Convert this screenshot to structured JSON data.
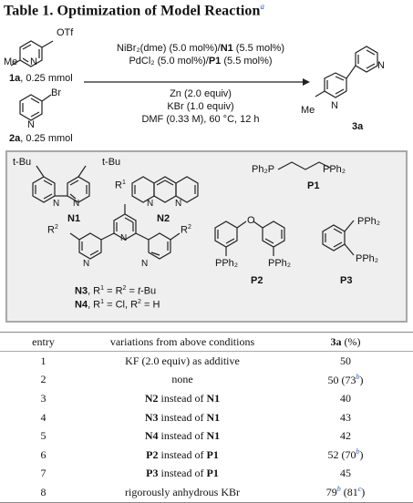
{
  "title": {
    "text": "Table 1. Optimization of Model Reaction",
    "footnote": "a"
  },
  "reaction": {
    "sm1": {
      "otf": "OTf",
      "me": "Me",
      "n": "N",
      "name": "1a",
      "amount": ", 0.25 mmol"
    },
    "sm2": {
      "br": "Br",
      "n": "N",
      "name": "2a",
      "amount": ", 0.25 mmol"
    },
    "conditions_above": [
      "NiBr",
      "(dme) (5.0 mol%)/",
      "N1",
      " (5.5 mol%)",
      "PdCl",
      " (5.0 mol%)/",
      "P1",
      " (5.5 mol%)"
    ],
    "cond_line1": "NiBr₂(dme) (5.0 mol%)/",
    "cond_line1_b": "N1",
    "cond_line1_c": " (5.5 mol%)",
    "cond_line2": "PdCl₂ (5.0 mol%)/",
    "cond_line2_b": "P1",
    "cond_line2_c": " (5.5 mol%)",
    "cond_line3": "Zn (2.0 equiv)",
    "cond_line4": "KBr (1.0 equiv)",
    "cond_line5": "DMF (0.33 M), 60 °C, 12 h",
    "product": {
      "me": "Me",
      "n1": "N",
      "n2": "N",
      "name": "3a"
    }
  },
  "ligands": {
    "N1": {
      "label": "N1",
      "sub1": "t-Bu",
      "sub2": "t-Bu",
      "n": "N"
    },
    "N2": {
      "label": "N2",
      "n": "N"
    },
    "N34": {
      "r1": "R",
      "r1sup": "1",
      "r2": "R",
      "r2sup": "2",
      "n": "N",
      "line1_a": "N3",
      "line1_b": ", R",
      "line1_c": " = R",
      "line1_d": " = ",
      "line1_e": "t",
      "line1_f": "-Bu",
      "line2_a": "N4",
      "line2_b": ", R",
      "line2_c": " = Cl, R",
      "line2_d": " = H"
    },
    "P1": {
      "label": "P1",
      "left": "Ph₂P",
      "right": "PPh₂"
    },
    "P2": {
      "label": "P2",
      "left": "PPh₂",
      "right": "PPh₂",
      "o": "O"
    },
    "P3": {
      "label": "P3",
      "top": "PPh₂",
      "bottom": "PPh₂"
    }
  },
  "table": {
    "headers": [
      "entry",
      "variations from above conditions",
      "3a (%)"
    ],
    "rows": [
      {
        "entry": "1",
        "var": "KF (2.0 equiv) as additive",
        "yield": "50"
      },
      {
        "entry": "2",
        "var": "none",
        "yield": "50 (73",
        "fn": "b",
        "yield_end": ")"
      },
      {
        "entry": "3",
        "var_b1": "N2",
        "var_mid": " instead of ",
        "var_b2": "N1",
        "yield": "40"
      },
      {
        "entry": "4",
        "var_b1": "N3",
        "var_mid": " instead of ",
        "var_b2": "N1",
        "yield": "43"
      },
      {
        "entry": "5",
        "var_b1": "N4",
        "var_mid": " instead of ",
        "var_b2": "N1",
        "yield": "42"
      },
      {
        "entry": "6",
        "var_b1": "P2",
        "var_mid": " instead of ",
        "var_b2": "P1",
        "yield": "52 (70",
        "fn": "b",
        "yield_end": ")"
      },
      {
        "entry": "7",
        "var_b1": "P3",
        "var_mid": " instead of ",
        "var_b2": "P1",
        "yield": "45"
      },
      {
        "entry": "8",
        "var": "rigorously anhydrous KBr",
        "yield": "79",
        "fn": "b",
        "yield_mid": " (81",
        "fn2": "c",
        "yield_end": ")"
      }
    ]
  }
}
